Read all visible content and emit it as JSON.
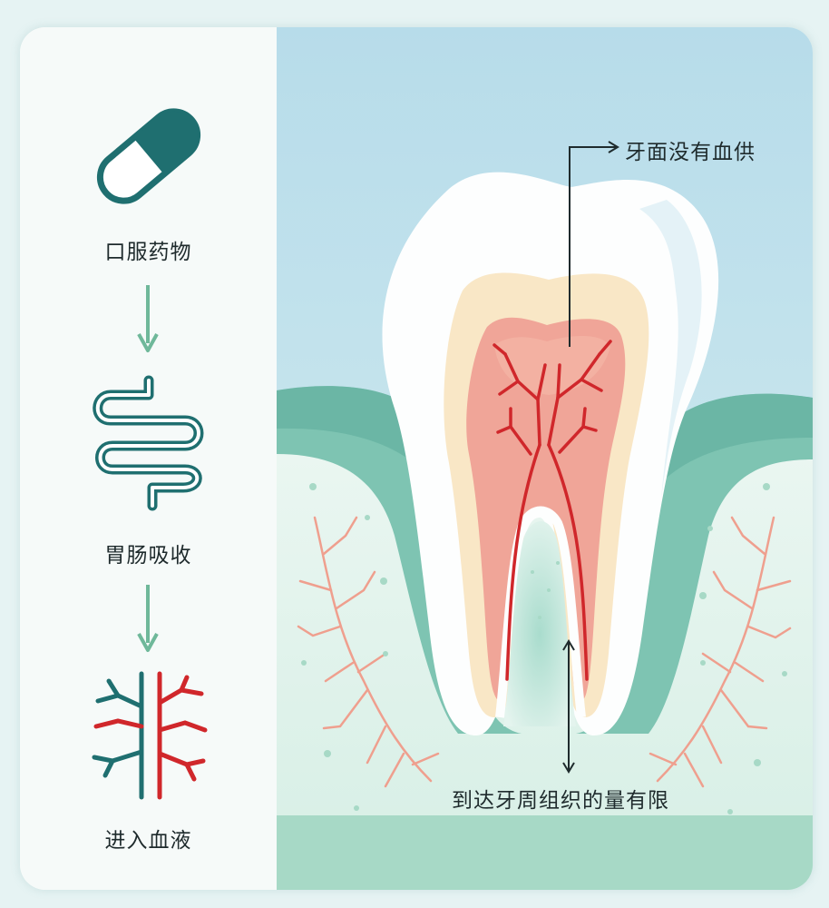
{
  "steps": [
    {
      "label": "口服药物",
      "icon": "capsule-icon"
    },
    {
      "label": "胃肠吸收",
      "icon": "intestine-icon"
    },
    {
      "label": "进入血液",
      "icon": "blood-vessel-icon"
    }
  ],
  "annotations": {
    "crown": "牙面没有血供",
    "periodontium": "到达牙周组织的量有限"
  },
  "colors": {
    "teal": "#1f6f70",
    "arrow": "#6fb89a",
    "red": "#d0272b",
    "gum": "#7ec4b2",
    "sky": "#bfe0e8"
  }
}
